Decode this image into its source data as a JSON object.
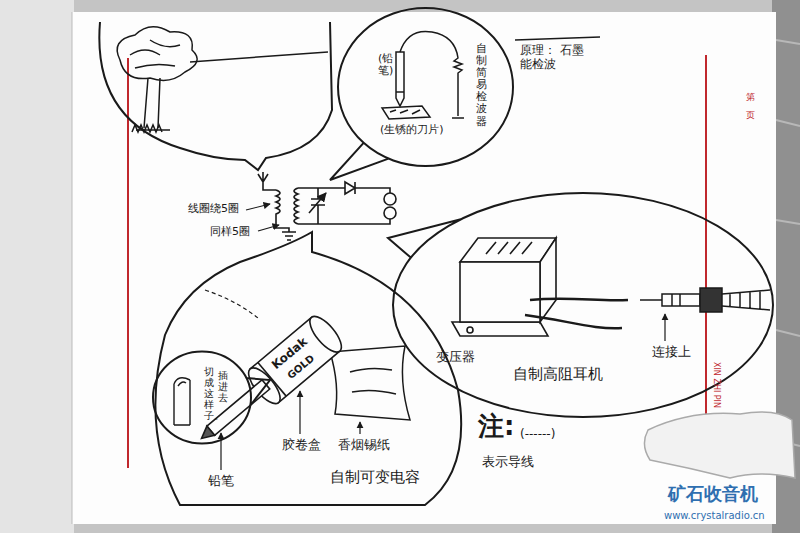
{
  "diagram": {
    "nodes": [
      {
        "text": [
          "(铅笔)",
          "自制简易检波器",
          "(生锈的刀片)"
        ]
      },
      {
        "text": [
          "自制可变电容"
        ]
      },
      {
        "text": [
          "插进去",
          "切成这样子。"
        ],
        "in": 1
      },
      {
        "text": [
          "自制高阻耳机"
        ]
      }
    ],
    "labels": [
      "线圈绕5圈",
      "同样5圈",
      "原理： 石墨能检波",
      "Kodak",
      "GOLD",
      "铅笔",
      "胶卷盒",
      "香烟锡纸",
      "变压器",
      "连接上",
      "注:",
      "(------)",
      "表示导线",
      "第",
      "页",
      "XIN ZHI PIN",
      "矿石收音机",
      "www.crystalradio.cn"
    ]
  }
}
